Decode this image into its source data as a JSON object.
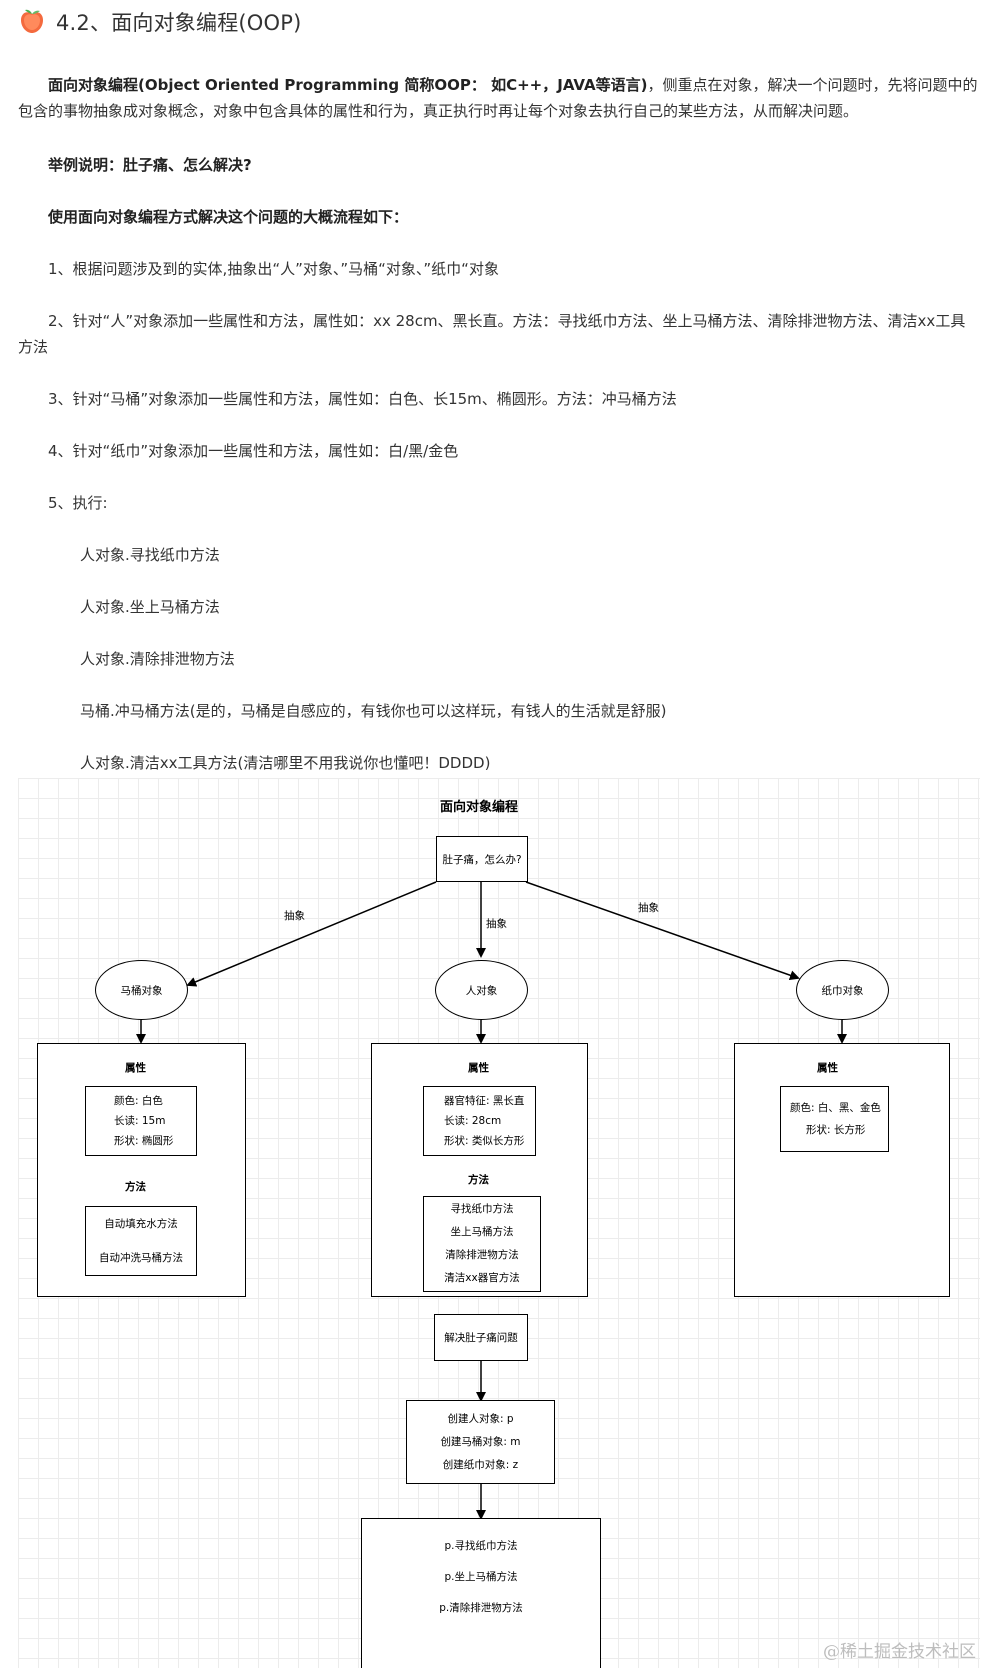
{
  "heading": {
    "icon": "peach-icon",
    "text": "4.2、面向对象编程(OOP)"
  },
  "intro": {
    "bold_part": "面向对象编程(Object Oriented Programming 简称OOP： 如C++，JAVA等语言)",
    "rest": "，侧重点在对象，解决一个问题时，先将问题中的包含的事物抽象成对象概念，对象中包含具体的属性和行为，真正执行时再让每个对象去执行自己的某些方法，从而解决问题。"
  },
  "example": "举例说明：肚子痛、怎么解决?",
  "flow_intro": "使用面向对象编程方式解决这个问题的大概流程如下：",
  "steps": [
    "1、根据问题涉及到的实体,抽象出“人”对象、”马桶“对象、”纸巾“对象",
    "2、针对“人”对象添加一些属性和方法，属性如：xx 28cm、黑长直。方法：寻找纸巾方法、坐上马桶方法、清除排泄物方法、清洁xx工具方法",
    "3、针对“马桶”对象添加一些属性和方法，属性如：白色、长15m、椭圆形。方法：冲马桶方法",
    "4、针对“纸巾”对象添加一些属性和方法，属性如：白/黑/金色",
    "5、执行:"
  ],
  "exec_lines": [
    "人对象.寻找纸巾方法",
    "人对象.坐上马桶方法",
    "人对象.清除排泄物方法",
    "马桶.冲马桶方法(是的，马桶是自感应的，有钱你也可以这样玩，有钱人的生活就是舒服)",
    "人对象.清洁xx工具方法(清洁哪里不用我说你也懂吧！DDDD)"
  ],
  "diagram": {
    "title": "面向对象编程",
    "root": "肚子痛，怎么办?",
    "edge_label": "抽象",
    "objects": {
      "toilet": "马桶对象",
      "person": "人对象",
      "tissue": "纸巾对象"
    },
    "attr_label": "属性",
    "method_label": "方法",
    "toilet_attrs": [
      "颜色: 白色",
      "长读: 15m",
      "形状: 椭圆形"
    ],
    "toilet_methods": [
      "自动填充水方法",
      "自动冲洗马桶方法"
    ],
    "person_attrs": [
      "器官特征: 黑长直",
      "长读: 28cm",
      "形状: 类似长方形"
    ],
    "person_methods": [
      "寻找纸巾方法",
      "坐上马桶方法",
      "清除排泄物方法",
      "清洁xx器官方法"
    ],
    "tissue_attrs": [
      "颜色: 白、黑、金色",
      "形状: 长方形"
    ],
    "solve": "解决肚子痛问题",
    "create": [
      "创建人对象: p",
      "创建马桶对象: m",
      "创建纸巾对象: z"
    ],
    "calls": [
      "p.寻找纸巾方法",
      "p.坐上马桶方法",
      "p.清除排泄物方法"
    ]
  },
  "watermark": "@稀土掘金技术社区"
}
